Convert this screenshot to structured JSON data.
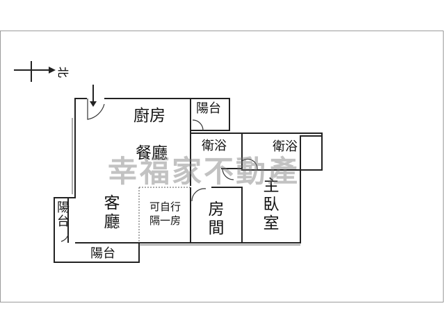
{
  "compass": {
    "north_label": "北"
  },
  "rooms": {
    "kitchen": "廚房",
    "dining": "餐廳",
    "living": "客廳",
    "balcony_top": "陽台",
    "balcony_left": "陽台",
    "balcony_bottom": "陽台",
    "bath_left": "衛浴",
    "bath_right": "衛浴",
    "bedroom": "房間",
    "master_bedroom": "主臥室",
    "optional_room_line1": "可自行",
    "optional_room_line2": "隔一房"
  },
  "watermark": "幸福家不動產"
}
